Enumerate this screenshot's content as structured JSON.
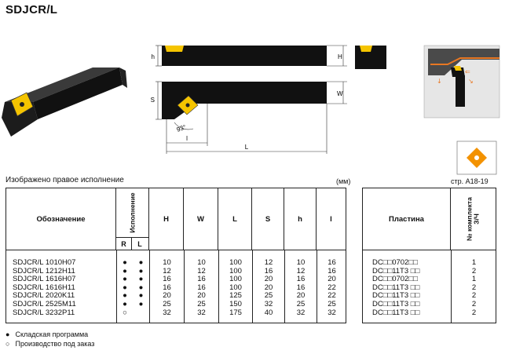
{
  "title": "SDJCR/L",
  "drawing": {
    "dim_h": "h",
    "dim_H": "H",
    "dim_S": "S",
    "dim_W": "W",
    "dim_l": "l",
    "dim_L": "L",
    "angle": "93°"
  },
  "caption": "Изображено правое исполнение",
  "units": "(мм)",
  "insert_ref": "стр. A18-19",
  "table": {
    "headers": {
      "designation": "Обозначение",
      "version": "Исполнение",
      "R": "R",
      "L": "L",
      "H": "H",
      "W": "W",
      "Lcol": "L",
      "S": "S",
      "h": "h",
      "l": "l",
      "insert": "Пластина",
      "kit": "№ комплекта З/Ч"
    },
    "rows": [
      {
        "designation": "SDJCR/L 1010H07",
        "R": "●",
        "L": "●",
        "H": "10",
        "W": "10",
        "Lval": "100",
        "S": "12",
        "h": "10",
        "l": "16",
        "insert": "DC□□0702□□",
        "kit": "1"
      },
      {
        "designation": "SDJCR/L 1212H11",
        "R": "●",
        "L": "●",
        "H": "12",
        "W": "12",
        "Lval": "100",
        "S": "16",
        "h": "12",
        "l": "16",
        "insert": "DC□□11T3 □□",
        "kit": "2"
      },
      {
        "designation": "SDJCR/L 1616H07",
        "R": "●",
        "L": "●",
        "H": "16",
        "W": "16",
        "Lval": "100",
        "S": "20",
        "h": "16",
        "l": "20",
        "insert": "DC□□0702□□",
        "kit": "1"
      },
      {
        "designation": "SDJCR/L 1616H11",
        "R": "●",
        "L": "●",
        "H": "16",
        "W": "16",
        "Lval": "100",
        "S": "20",
        "h": "16",
        "l": "22",
        "insert": "DC□□11T3 □□",
        "kit": "2"
      },
      {
        "designation": "SDJCR/L 2020K11",
        "R": "●",
        "L": "●",
        "H": "20",
        "W": "20",
        "Lval": "125",
        "S": "25",
        "h": "20",
        "l": "22",
        "insert": "DC□□11T3 □□",
        "kit": "2"
      },
      {
        "designation": "SDJCR/L 2525M11",
        "R": "●",
        "L": "●",
        "H": "25",
        "W": "25",
        "Lval": "150",
        "S": "32",
        "h": "25",
        "l": "25",
        "insert": "DC□□11T3 □□",
        "kit": "2"
      },
      {
        "designation": "SDJCR/L 3232P11",
        "R": "○",
        "L": "",
        "H": "32",
        "W": "32",
        "Lval": "175",
        "S": "40",
        "h": "32",
        "l": "32",
        "insert": "DC□□11T3 □□",
        "kit": "2"
      }
    ]
  },
  "legend": {
    "stock_symbol": "●",
    "stock_text": "Складская программа",
    "order_symbol": "○",
    "order_text": "Производство под заказ"
  },
  "colors": {
    "insert_yellow": "#f5c400",
    "insert_orange": "#f39200",
    "body_black": "#111111",
    "work_orange": "#e87722"
  }
}
